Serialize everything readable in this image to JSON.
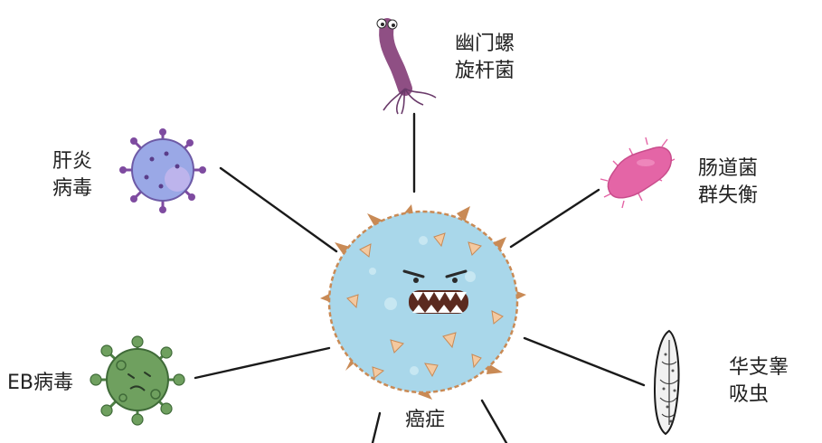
{
  "center": {
    "label": "癌症",
    "icon": "cancer-cell-icon"
  },
  "pathogens": [
    {
      "key": "h-pylori",
      "lines": [
        "幽门螺",
        "旋杆菌"
      ],
      "icon": "bacterium-icon"
    },
    {
      "key": "hepatitis",
      "lines": [
        "肝炎",
        "病毒"
      ],
      "icon": "virus-icon"
    },
    {
      "key": "gut-flora",
      "lines": [
        "肠道菌",
        "群失衡"
      ],
      "icon": "bacillus-icon"
    },
    {
      "key": "ebv",
      "lines": [
        "EB病毒"
      ],
      "icon": "green-virus-icon"
    },
    {
      "key": "liver-fluke",
      "lines": [
        "华支睾",
        "吸虫"
      ],
      "icon": "fluke-icon"
    }
  ],
  "colors": {
    "cell": "#a9d7ea",
    "cell_outline": "#c98a55",
    "spot": "#f3c9a0",
    "virus_blue": "#9aa8e6",
    "virus_purple": "#7e4ba0",
    "bacterium": "#8f4f84",
    "gut_bacterium": "#e465a6",
    "ebv_green": "#6fa05f",
    "line": "#1a1a1a"
  }
}
